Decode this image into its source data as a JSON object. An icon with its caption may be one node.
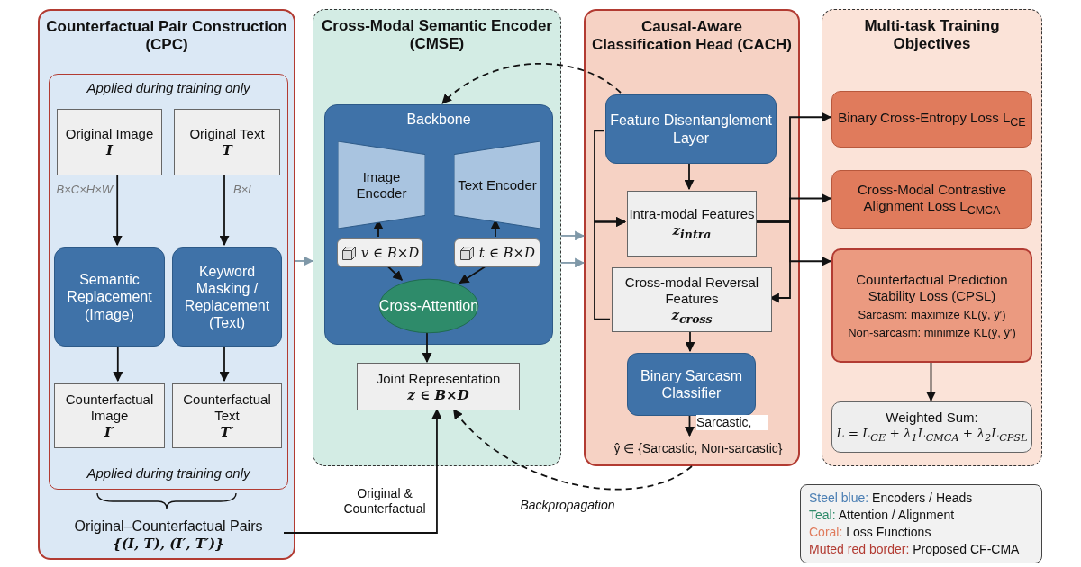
{
  "diagram": {
    "nodes": [
      {
        "text": [
          "Counterfactual Pair Construction (CPC)"
        ]
      },
      {
        "text": [
          "Applied during training only",
          "Applied during training only"
        ],
        "in": 0
      },
      {
        "text": [
          "Original Image",
          "I"
        ],
        "beside": [
          "B×C×H×W"
        ],
        "in": 1
      },
      {
        "text": [
          "Original Text",
          "T"
        ],
        "beside": [
          "B×L"
        ],
        "in": 1
      },
      {
        "text": [
          "Semantic Replacement (Image)"
        ],
        "in": 1
      },
      {
        "text": [
          "Keyword Masking / Replacement (Text)"
        ],
        "in": 1
      },
      {
        "text": [
          "Counterfactual Image",
          "I′"
        ],
        "in": 1
      },
      {
        "text": [
          "Counterfactual Text",
          "T′"
        ],
        "in": 1
      },
      {
        "text": [
          "Original–Counterfactual Pairs",
          "{(I, T), (I′, T′)}"
        ],
        "in": 0
      },
      {
        "text": [
          "Cross-Modal Semantic Encoder (CMSE)"
        ]
      },
      {
        "text": [
          "Backbone"
        ],
        "in": 9
      },
      {
        "text": [
          "Image Encoder"
        ],
        "in": 10
      },
      {
        "text": [
          "Text Encoder"
        ],
        "in": 10
      },
      {
        "text": [
          "v ∈ B×D"
        ],
        "in": 10
      },
      {
        "text": [
          "t ∈ B×D"
        ],
        "in": 10
      },
      {
        "text": [
          "Cross-Attention"
        ],
        "in": 10
      },
      {
        "text": [
          "Joint Representation",
          "z ∈ B×D"
        ],
        "in": 9
      },
      {
        "text": [
          "Causal-Aware Classification Head (CACH)"
        ]
      },
      {
        "text": [
          "Feature Disentanglement Layer"
        ],
        "in": 17
      },
      {
        "text": [
          "Intra-modal Features",
          "z$_{intra}$"
        ],
        "in": 17
      },
      {
        "text": [
          "Cross-modal Reversal Features",
          "z$_{cross}$"
        ],
        "in": 17
      },
      {
        "text": [
          "Binary Sarcasm Classifier"
        ],
        "in": 17
      },
      {
        "text": [
          "ŷ ∈ {Sarcastic, Non-sarcastic}"
        ],
        "in": 17
      },
      {
        "text": [
          "Multi-task Training Objectives"
        ]
      },
      {
        "text": [
          "Binary Cross-Entropy Loss L$_{CE}$"
        ],
        "in": 23
      },
      {
        "text": [
          "Cross-Modal Contrastive Alignment Loss L$_{CMCA}$"
        ],
        "in": 23
      },
      {
        "text": [
          "Counterfactual Prediction Stability Loss (CPSL)",
          "Sarcasm: maximize KL(ŷ, ŷ′)",
          "Non-sarcasm: minimize KL(ŷ, ŷ′)"
        ],
        "in": 23
      },
      {
        "text": [
          "Weighted Sum:",
          "L = L$_{CE}$ + λ$_{1}$L$_{CMCA}$ + λ$_{2}$L$_{CPSL}$"
        ],
        "in": 23
      }
    ],
    "edges": [
      {
        "from": 2,
        "to": 4,
        "arrow": "to"
      },
      {
        "from": 3,
        "to": 5,
        "arrow": "to"
      },
      {
        "from": 4,
        "to": 6,
        "arrow": "to"
      },
      {
        "from": 5,
        "to": 7,
        "arrow": "to"
      },
      {
        "from": 0,
        "to": 9,
        "arrow": "to",
        "color": "#7f98a8"
      },
      {
        "from": 13,
        "to": 11,
        "arrow": "to"
      },
      {
        "from": 14,
        "to": 12,
        "arrow": "to"
      },
      {
        "from": 13,
        "to": 15,
        "arrow": "to"
      },
      {
        "from": 14,
        "to": 15,
        "arrow": "to"
      },
      {
        "from": 15,
        "to": 16,
        "arrow": "to"
      },
      {
        "from": 8,
        "to": 16,
        "label": "Original & Counterfactual",
        "arrow": "to"
      },
      {
        "from": 9,
        "to": 17,
        "arrow": "to",
        "color": "#7f98a8"
      },
      {
        "from": 9,
        "to": 17,
        "arrow": "to",
        "color": "#7f98a8"
      },
      {
        "from": 18,
        "to": 10,
        "arrow": "to",
        "style": "dashed"
      },
      {
        "from": 18,
        "to": 19,
        "arrow": "to"
      },
      {
        "from": 18,
        "to": 19,
        "arrow": "to"
      },
      {
        "from": 20,
        "to": 19,
        "arrow": "to"
      },
      {
        "from": 19,
        "to": 20,
        "arrow": "to"
      },
      {
        "from": 20,
        "to": 21,
        "arrow": "to"
      },
      {
        "from": 21,
        "to": 22,
        "label": "Sarcastic,",
        "arrow": "to"
      },
      {
        "from": 19,
        "to": 24,
        "arrow": "to"
      },
      {
        "from": 19,
        "to": 25,
        "arrow": "to"
      },
      {
        "from": 19,
        "to": 26,
        "arrow": "to"
      },
      {
        "from": 26,
        "to": 27,
        "arrow": "to"
      },
      {
        "from": 17,
        "to": 16,
        "label": "Backpropagation",
        "arrow": "to",
        "style": "dashed"
      }
    ],
    "legend": [
      {
        "text": "Steel blue: Encoders / Heads",
        "color": "#4a7eb3"
      },
      {
        "text": "Teal: Attention / Alignment",
        "color": "#2e8b6a"
      },
      {
        "text": "Coral: Loss Functions",
        "color": "#e07b5c"
      },
      {
        "text": "Muted red border: Proposed CF-CMA",
        "color": "#b23b32"
      }
    ]
  }
}
